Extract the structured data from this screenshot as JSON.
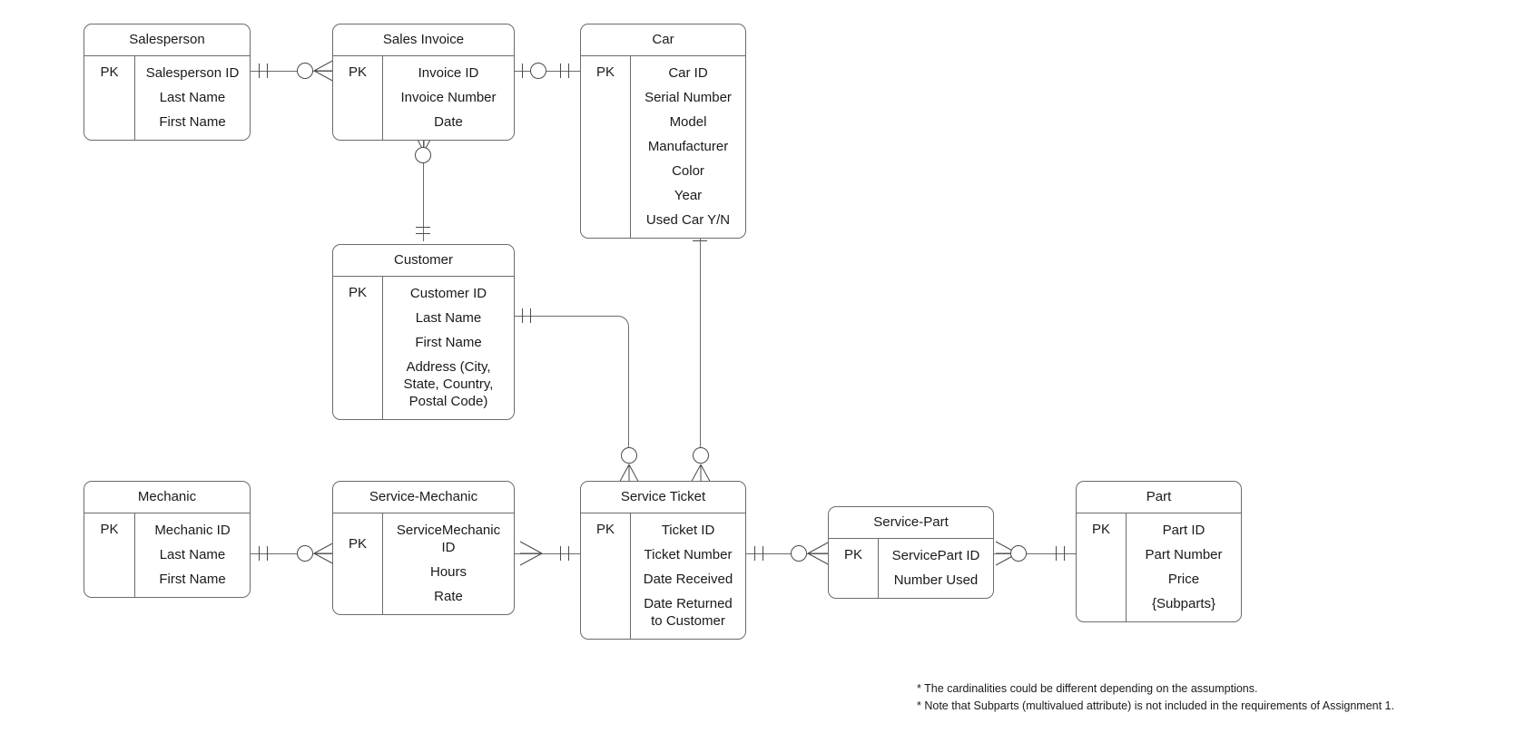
{
  "diagram": {
    "type": "entity-relationship-diagram",
    "notation": "crows-foot",
    "line_color": "#6b6b6b",
    "text_color": "#1a1a1a",
    "background": "#ffffff"
  },
  "entities": [
    {
      "id": "salesperson",
      "title": "Salesperson",
      "pk_label": "PK",
      "attributes": [
        "Salesperson ID",
        "Last Name",
        "First Name"
      ]
    },
    {
      "id": "sales_invoice",
      "title": "Sales Invoice",
      "pk_label": "PK",
      "attributes": [
        "Invoice ID",
        "Invoice Number",
        "Date"
      ]
    },
    {
      "id": "car",
      "title": "Car",
      "pk_label": "PK",
      "attributes": [
        "Car ID",
        "Serial Number",
        "Model",
        "Manufacturer",
        "Color",
        "Year",
        "Used Car Y/N"
      ]
    },
    {
      "id": "customer",
      "title": "Customer",
      "pk_label": "PK",
      "attributes": [
        "Customer ID",
        "Last Name",
        "First Name",
        "Address (City,\nState, Country,\nPostal Code)"
      ]
    },
    {
      "id": "mechanic",
      "title": "Mechanic",
      "pk_label": "PK",
      "attributes": [
        "Mechanic ID",
        "Last Name",
        "First Name"
      ]
    },
    {
      "id": "service_mechanic",
      "title": "Service-Mechanic",
      "pk_label": "PK",
      "attributes": [
        "ServiceMechanic\nID",
        "Hours",
        "Rate"
      ]
    },
    {
      "id": "service_ticket",
      "title": "Service Ticket",
      "pk_label": "PK",
      "attributes": [
        "Ticket ID",
        "Ticket Number",
        "Date Received",
        "Date Returned\nto Customer"
      ]
    },
    {
      "id": "service_part",
      "title": "Service-Part",
      "pk_label": "PK",
      "attributes": [
        "ServicePart ID",
        "Number Used"
      ]
    },
    {
      "id": "part",
      "title": "Part",
      "pk_label": "PK",
      "attributes": [
        "Part ID",
        "Part Number",
        "Price",
        "{Subparts}"
      ]
    }
  ],
  "relationships": [
    {
      "id": "salesperson-sales_invoice",
      "from": "salesperson",
      "to": "sales_invoice",
      "from_cardinality": "one-and-only-one",
      "to_cardinality": "zero-or-many"
    },
    {
      "id": "sales_invoice-car",
      "from": "sales_invoice",
      "to": "car",
      "from_cardinality": "one-optional",
      "to_cardinality": "one-and-only-one"
    },
    {
      "id": "sales_invoice-customer",
      "from": "sales_invoice",
      "to": "customer",
      "from_cardinality": "zero-or-many",
      "to_cardinality": "one-and-only-one"
    },
    {
      "id": "customer-service_ticket",
      "from": "customer",
      "to": "service_ticket",
      "from_cardinality": "one-and-only-one",
      "to_cardinality": "zero-or-many"
    },
    {
      "id": "car-service_ticket",
      "from": "car",
      "to": "service_ticket",
      "from_cardinality": "one-and-only-one",
      "to_cardinality": "zero-or-many"
    },
    {
      "id": "mechanic-service_mechanic",
      "from": "mechanic",
      "to": "service_mechanic",
      "from_cardinality": "one-and-only-one",
      "to_cardinality": "zero-or-many"
    },
    {
      "id": "service_mechanic-service_ticket",
      "from": "service_mechanic",
      "to": "service_ticket",
      "from_cardinality": "many",
      "to_cardinality": "one-and-only-one"
    },
    {
      "id": "service_ticket-service_part",
      "from": "service_ticket",
      "to": "service_part",
      "from_cardinality": "one-and-only-one",
      "to_cardinality": "zero-or-many"
    },
    {
      "id": "service_part-part",
      "from": "service_part",
      "to": "part",
      "from_cardinality": "zero-or-many",
      "to_cardinality": "one-and-only-one"
    }
  ],
  "footnotes": [
    "* The cardinalities could be different depending on the assumptions.",
    "* Note that Subparts (multivalued attribute) is not included in the requirements of Assignment 1."
  ]
}
